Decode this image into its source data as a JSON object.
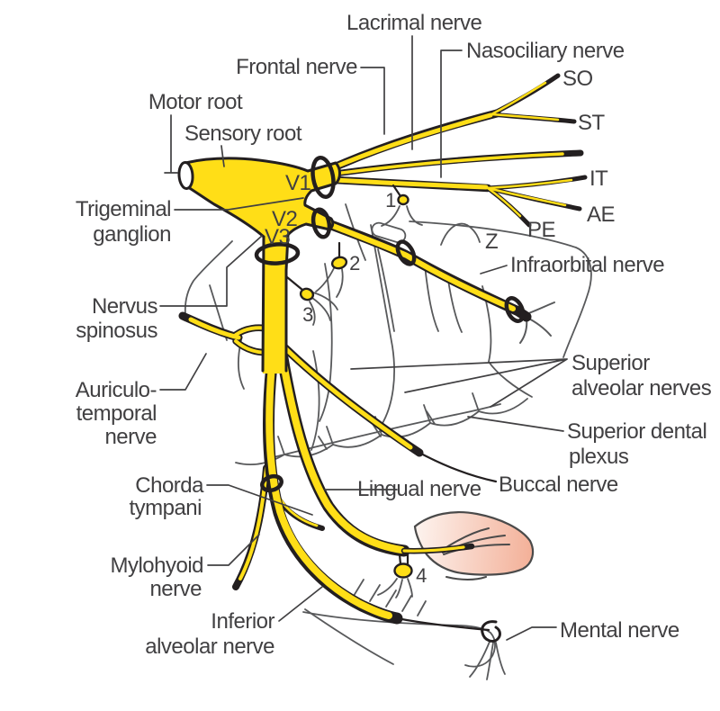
{
  "colors": {
    "nerve_yellow": "#ffde17",
    "outline_black": "#231f20",
    "anatomy_gray": "#58595b",
    "label_gray": "#414042",
    "tongue_pink": "#f3b098",
    "tongue_pale": "#fdf3ee",
    "background": "#ffffff"
  },
  "labels": {
    "lacrimal": "Lacrimal nerve",
    "nasociliary": "Nasociliary nerve",
    "frontal": "Frontal nerve",
    "motor_root": "Motor root",
    "sensory_root": "Sensory root",
    "trigeminal_line1": "Trigeminal",
    "trigeminal_line2": "ganglion",
    "v1": "V1",
    "v2": "V2",
    "v3": "V3",
    "so": "SO",
    "st": "ST",
    "it": "IT",
    "ae": "AE",
    "pe": "PE",
    "z": "Z",
    "infraorbital": "Infraorbital nerve",
    "superior_alveolar_line1": "Superior",
    "superior_alveolar_line2": "alveolar nerves",
    "superior_dental_line1": "Superior dental",
    "superior_dental_line2": "plexus",
    "nervus_spinosus_line1": "Nervus",
    "nervus_spinosus_line2": "spinosus",
    "auriculotemporal_line1": "Auriculo-",
    "auriculotemporal_line2": "temporal",
    "auriculotemporal_line3": "nerve",
    "chorda_tympani_line1": "Chorda",
    "chorda_tympani_line2": "tympani",
    "lingual": "Lingual nerve",
    "buccal": "Buccal nerve",
    "mylohyoid_line1": "Mylohyoid",
    "mylohyoid_line2": "nerve",
    "inferior_alveolar_line1": "Inferior",
    "inferior_alveolar_line2": "alveolar nerve",
    "mental": "Mental nerve",
    "ganglion_1": "1",
    "ganglion_2": "2",
    "ganglion_3": "3",
    "ganglion_4": "4"
  }
}
